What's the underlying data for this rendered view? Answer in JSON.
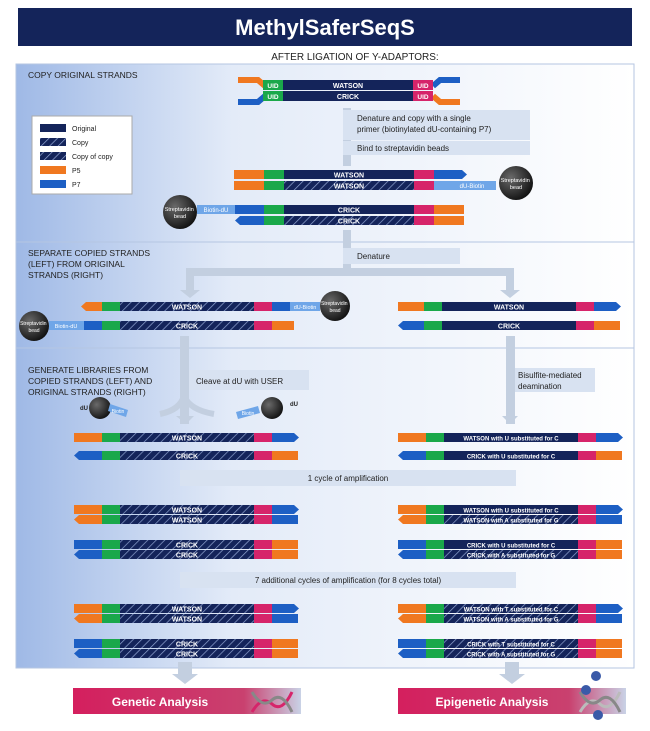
{
  "title": "MethylSaferSeqS",
  "subtitle": "AFTER LIGATION OF Y-ADAPTORS:",
  "sections": {
    "copy": "COPY ORIGINAL STRANDS",
    "separate": [
      "SEPARATE COPIED STRANDS",
      "(LEFT) FROM ORIGINAL",
      "STRANDS (RIGHT)"
    ],
    "generate": [
      "GENERATE LIBRARIES FROM",
      "COPIED STRANDS (LEFT) AND",
      "ORIGINAL STRANDS (RIGHT)"
    ]
  },
  "legend": {
    "original": "Original",
    "copy": "Copy",
    "copy_of_copy": "Copy of copy",
    "p5": "P5",
    "p7": "P7"
  },
  "steps": {
    "denature_copy": [
      "Denature and copy with a single",
      "primer (biotinylated dU-containing P7)"
    ],
    "bind": "Bind to streptavidin beads",
    "denature": "Denature",
    "cleave": "Cleave at dU with USER",
    "bisulfite": [
      "Bisulfite-mediated",
      "deamination"
    ],
    "one_cycle": "1 cycle of amplification",
    "seven_cycles": "7 additional cycles of amplification (for 8 cycles total)"
  },
  "labels": {
    "uid": "UID",
    "watson": "WATSON",
    "crick": "CRICK",
    "streptavidin": [
      "Streptavidin",
      "bead"
    ],
    "du_biotin": "dU-Biotin",
    "biotin_du": "Biotin-dU",
    "du": "dU",
    "biotin": "Biotin",
    "watson_u_c": "WATSON with U substituted for C",
    "crick_u_c": "CRICK with U substituted for C",
    "watson_a_g": "WATSON with A substituted for G",
    "crick_a_g": "CRICK with A substituted for G",
    "watson_t_c": "WATSON with T substituted for C",
    "crick_t_c": "CRICK with T substituted for C"
  },
  "outcomes": {
    "genetic": "Genetic Analysis",
    "epigenetic": "Epigenetic Analysis"
  },
  "colors": {
    "navy": "#14245a",
    "orange": "#f07820",
    "blue": "#1d5fc4",
    "green": "#1aa84a",
    "magenta": "#d6246a",
    "panel": "#dde7f6",
    "arrow": "#c3cfe0"
  }
}
